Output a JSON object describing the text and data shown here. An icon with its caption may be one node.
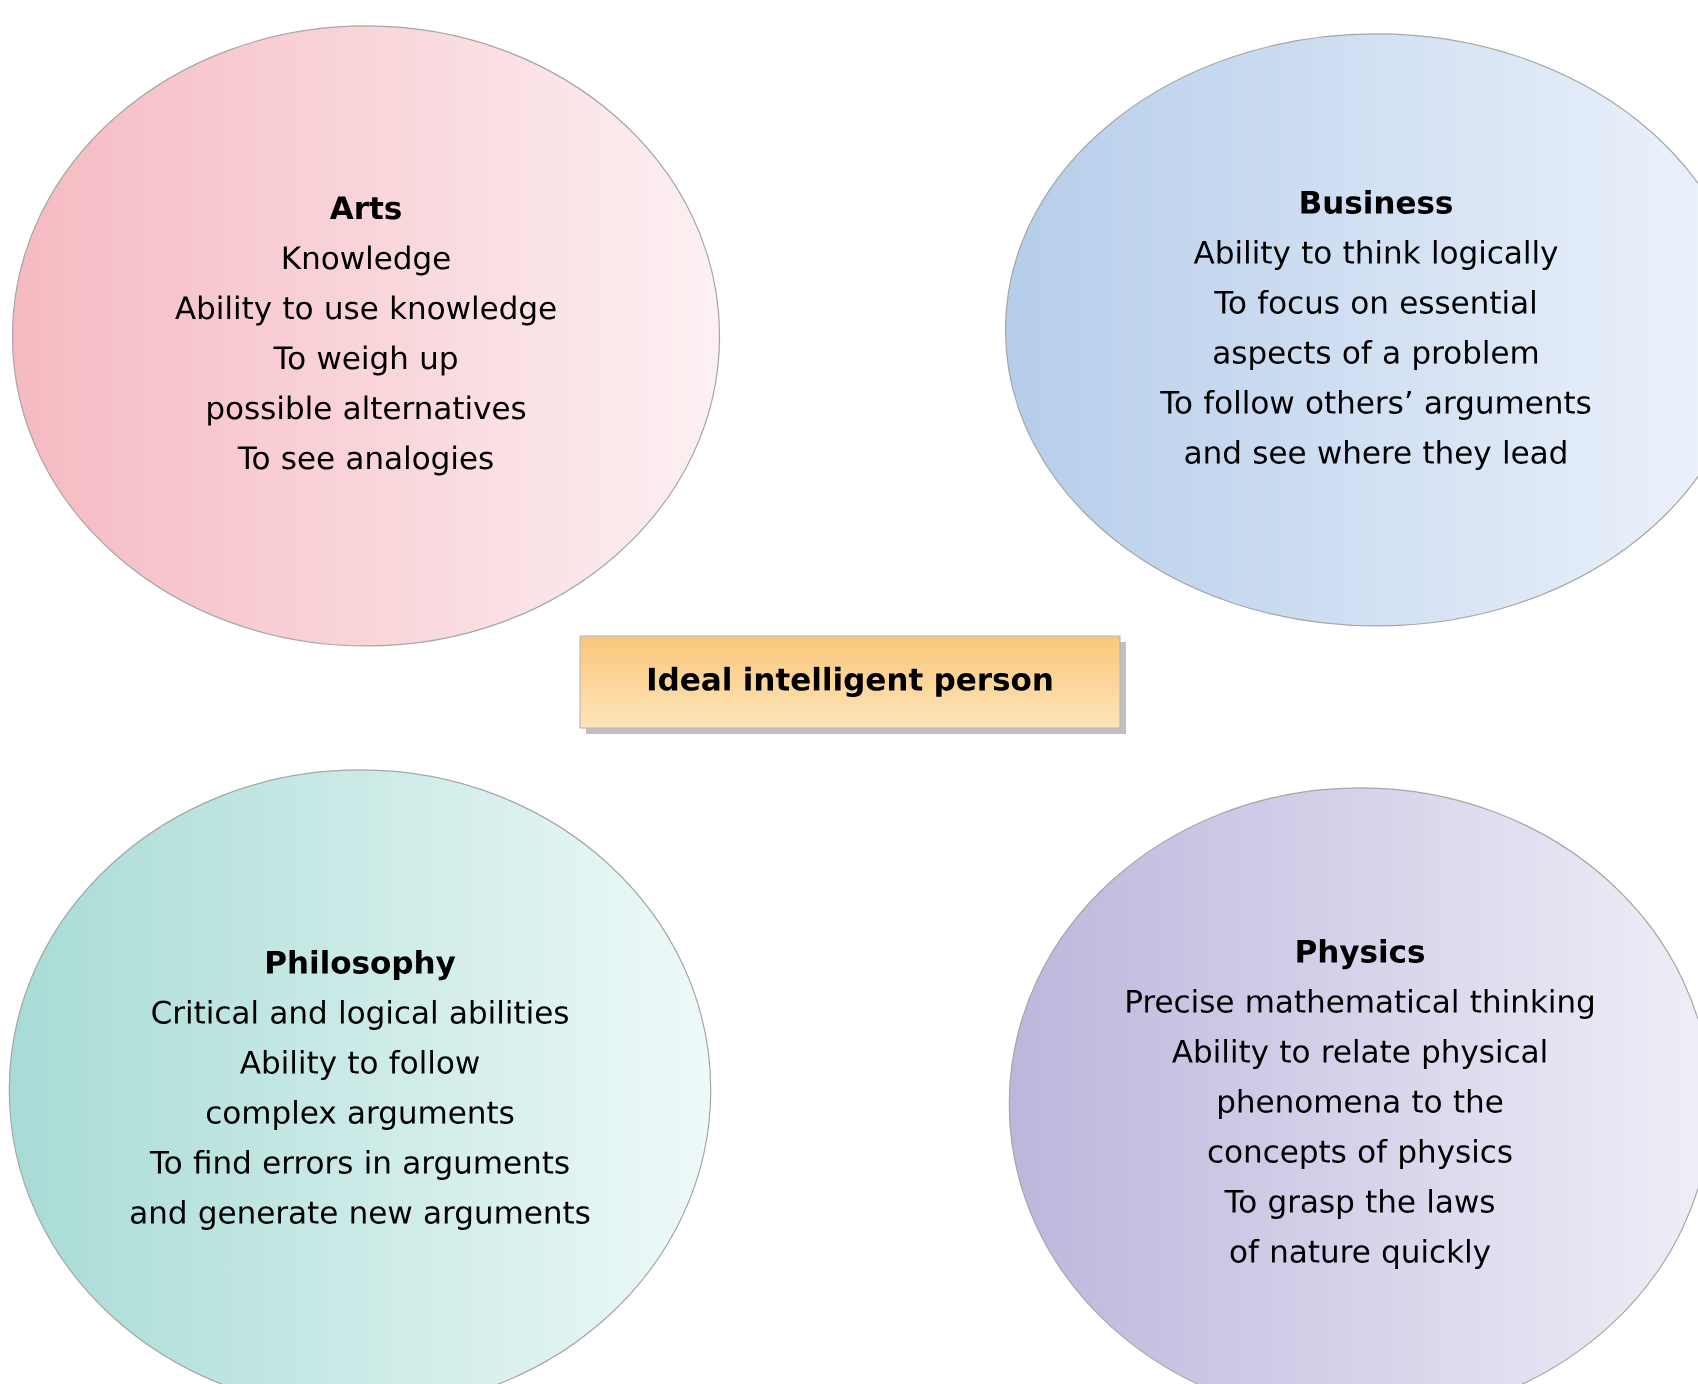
{
  "diagram": {
    "nodes": [
      {
        "text": [
          "Arts",
          "Knowledge",
          "Ability to use knowledge",
          "To weigh up possible alternatives",
          "To see analogies"
        ]
      },
      {
        "text": [
          "Business",
          "Ability to think logically",
          "To focus on essential aspects of a problem",
          "To follow others’ arguments and see where they lead"
        ]
      },
      {
        "text": [
          "Ideal intelligent person"
        ]
      },
      {
        "text": [
          "Philosophy",
          "Critical and logical abilities",
          "Ability to follow complex arguments",
          "To find errors in arguments and generate new arguments"
        ]
      },
      {
        "text": [
          "Physics",
          "Precise mathematical thinking",
          "Ability to relate physical phenomena to the concepts of physics",
          "To grasp the laws of nature quickly"
        ]
      }
    ],
    "edges": []
  }
}
